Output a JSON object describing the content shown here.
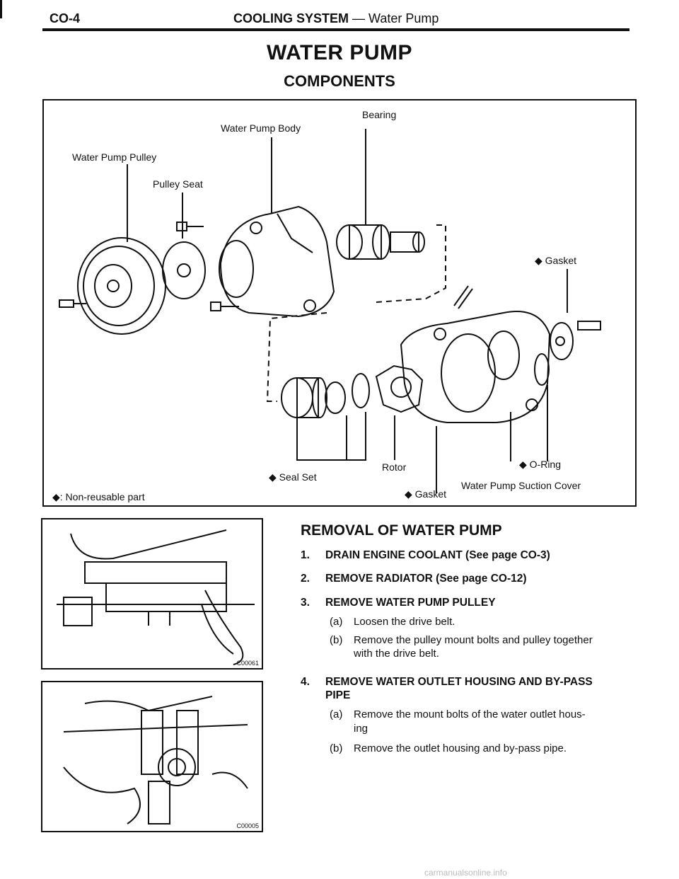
{
  "header": {
    "page_number": "CO-4",
    "section_bold": "COOLING SYSTEM",
    "section_rest": " — Water Pump"
  },
  "title": "WATER PUMP",
  "subtitle": "COMPONENTS",
  "figure": {
    "labels": {
      "bearing": "Bearing",
      "water_pump_body": "Water Pump Body",
      "water_pump_pulley": "Water Pump Pulley",
      "pulley_seat": "Pulley Seat",
      "gasket_top": "◆ Gasket",
      "seal_set": "◆ Seal Set",
      "rotor": "Rotor",
      "o_ring": "◆ O-Ring",
      "suction_cover": "Water Pump Suction Cover",
      "gasket_bottom": "◆ Gasket",
      "legend": "◆: Non-reusable part"
    }
  },
  "removal": {
    "title": "REMOVAL OF WATER PUMP",
    "steps": [
      {
        "num": "1.",
        "text": "DRAIN ENGINE COOLANT (See page CO-3)"
      },
      {
        "num": "2.",
        "text": "REMOVE RADIATOR (See page CO-12)"
      },
      {
        "num": "3.",
        "text": "REMOVE WATER PUMP PULLEY"
      },
      {
        "num": "4.",
        "text": "REMOVE WATER OUTLET HOUSING AND BY-PASS",
        "text2": "PIPE"
      }
    ],
    "step3_subs": [
      {
        "letter": "(a)",
        "text": "Loosen the drive belt."
      },
      {
        "letter": "(b)",
        "text": "Remove the pulley mount bolts and pulley together",
        "text2": "with the drive belt."
      }
    ],
    "step4_subs": [
      {
        "letter": "(a)",
        "text": "Remove the mount bolts of the water outlet hous-",
        "text2": "ing"
      },
      {
        "letter": "(b)",
        "text": "Remove the outlet housing and by-pass pipe."
      }
    ]
  },
  "photos": {
    "photo1_code": "C00061",
    "photo2_code": "C00005"
  },
  "watermark": "carmanualsonline.info"
}
